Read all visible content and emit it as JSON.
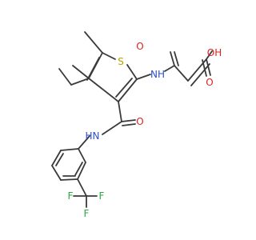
{
  "molecule": {
    "atom_labels": {
      "S": "S",
      "NH_amide1": "NH",
      "O_amide1": "O",
      "OH": "OH",
      "O_acid": "O",
      "O_amide2": "O",
      "NH_amide2": "N",
      "H_amide2": "H",
      "F1": "F",
      "F2": "F",
      "F3": "F"
    },
    "colors": {
      "bond": "#3a3a3a",
      "S": "#b8a000",
      "N": "#2d4fd1",
      "O": "#e02020",
      "F": "#2aa845"
    }
  }
}
